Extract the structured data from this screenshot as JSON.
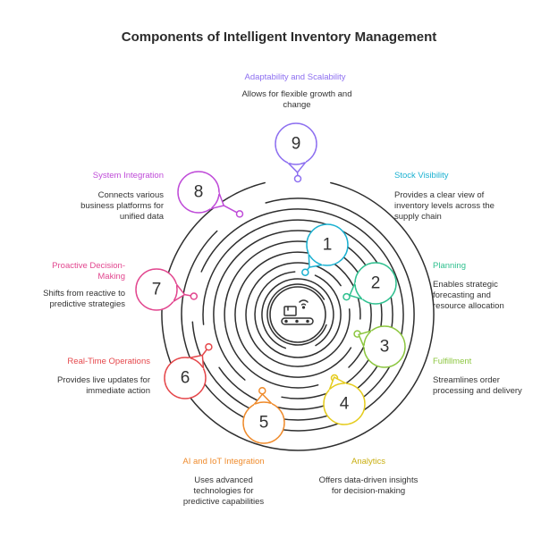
{
  "title": "Components of Intelligent Inventory Management",
  "components": [
    {
      "number": "1",
      "label": "Stock Visibility",
      "description": "Provides a clear view of inventory levels across the supply chain",
      "color": "#1bb1d1"
    },
    {
      "number": "2",
      "label": "Planning",
      "description": "Enables strategic forecasting and resource allocation",
      "color": "#2fc08f"
    },
    {
      "number": "3",
      "label": "Fulfillment",
      "description": "Streamlines order processing and delivery",
      "color": "#8cc63f"
    },
    {
      "number": "4",
      "label": "Analytics",
      "description": "Offers data-driven insights for decision-making",
      "color": "#e5cc1d"
    },
    {
      "number": "5",
      "label": "AI and IoT Integration",
      "description": "Uses advanced technologies for predictive capabilities",
      "color": "#ef8b2c"
    },
    {
      "number": "6",
      "label": "Real-Time Operations",
      "description": "Provides live updates for immediate action",
      "color": "#e5474b"
    },
    {
      "number": "7",
      "label": "Proactive Decision-Making",
      "description": "Shifts from reactive to predictive strategies",
      "color": "#e2478f"
    },
    {
      "number": "8",
      "label": "System Integration",
      "description": "Connects various business platforms for unified data",
      "color": "#bf4bd8"
    },
    {
      "number": "9",
      "label": "Adaptability and Scalability",
      "description": "Allows for flexible growth and change",
      "color": "#8d6ff0"
    }
  ],
  "center_icon": "conveyor-wifi-icon"
}
